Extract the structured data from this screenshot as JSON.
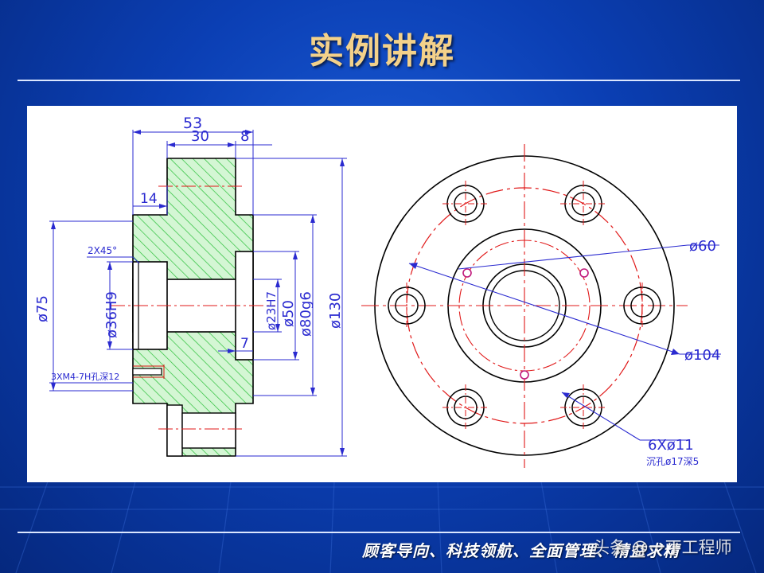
{
  "slide": {
    "title": "实例讲解",
    "footer_slogan": "顾客导向、科技领航、全面管理、精益求精",
    "watermark": "头条 @一丁工程师"
  },
  "colors": {
    "background": "#0b3fb4",
    "title": "#f3d18a",
    "dimension": "#2a2ad0",
    "hatch": "#2bbf3a",
    "hatch_fill": "#d4f6d4",
    "center_line": "#e01818",
    "outline": "#000000"
  },
  "drawing": {
    "section_view": {
      "dim_53": "53",
      "dim_30": "30",
      "dim_8": "8",
      "dim_14": "14",
      "chamfer": "2X45°",
      "dia_75": "ø75",
      "dia_36h9": "ø36H9",
      "dia_23h7": "ø23H7",
      "dia_50": "ø50",
      "dia_80g6": "ø80g6",
      "dia_130": "ø130",
      "dim_7": "7",
      "tapped_holes": "3XM4-7H孔深12"
    },
    "front_view": {
      "dia_60": "ø60",
      "dia_104": "ø104",
      "holes": "6Xø11",
      "counterbore": "沉孔ø17深5"
    }
  }
}
